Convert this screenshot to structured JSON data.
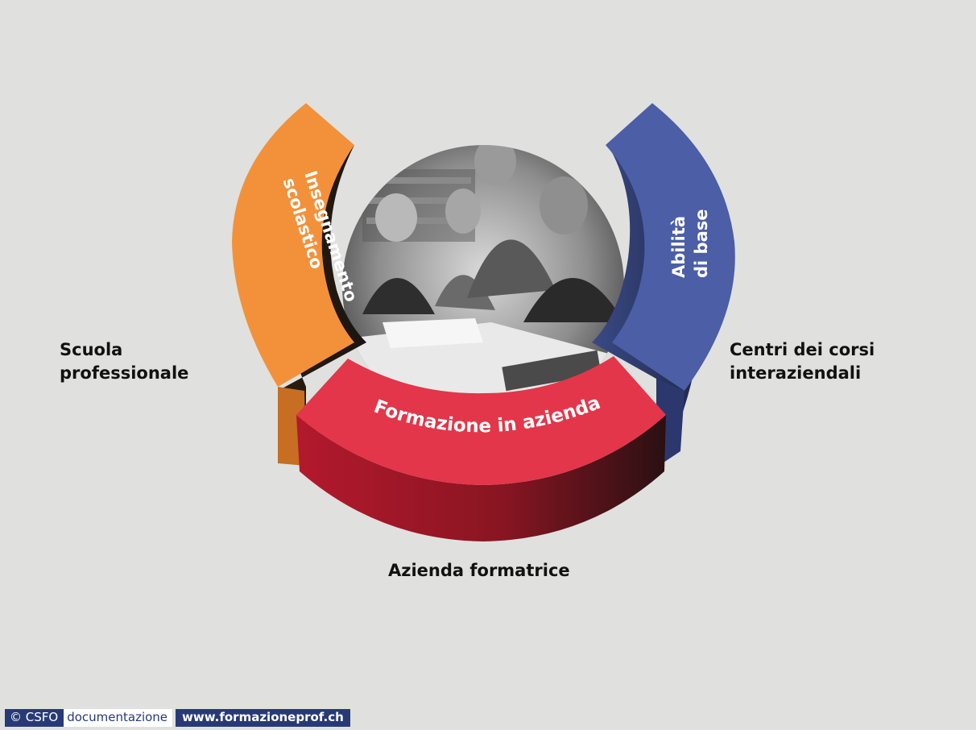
{
  "segments": {
    "school": {
      "label_line1": "Insegnamento",
      "label_line2": "scolastico",
      "color": "#f3913a"
    },
    "company": {
      "label": "Formazione in azienda",
      "color": "#e3364a"
    },
    "courses": {
      "label_line1": "Abilità",
      "label_line2": "di base",
      "color": "#4b5ea6"
    }
  },
  "places": {
    "left": "Scuola\nprofessionale",
    "right": "Centri dei corsi\ninteraziendali",
    "bottom": "Azienda formatrice"
  },
  "footer": {
    "copyright": "© CSFO",
    "section": "documentazione",
    "website": "www.formazioneprof.ch"
  }
}
